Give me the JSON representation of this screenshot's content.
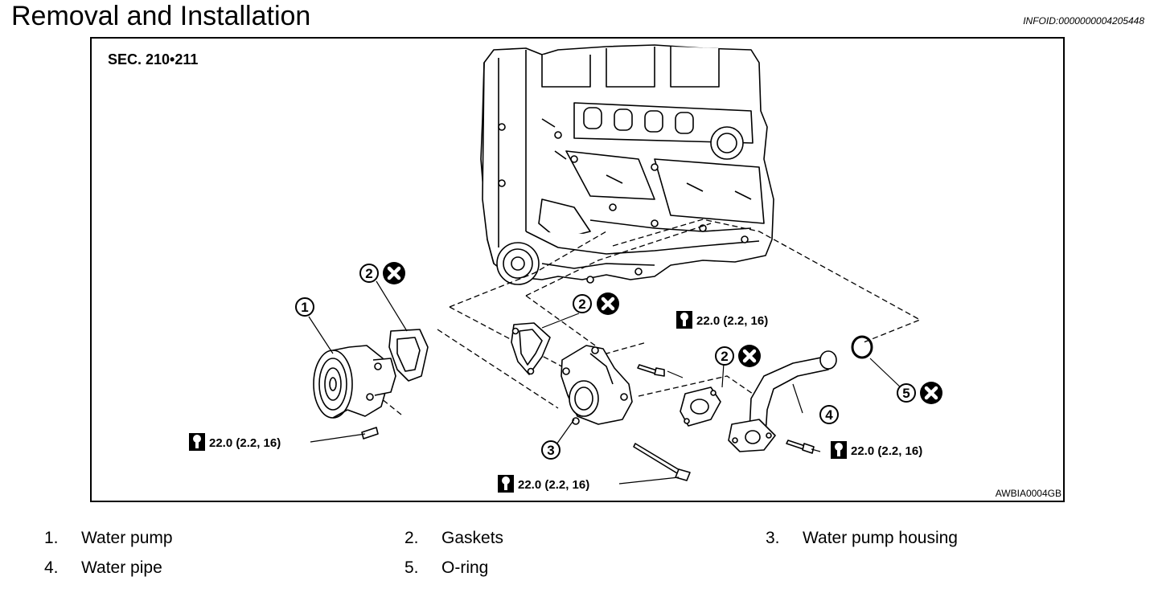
{
  "header": {
    "title": "Removal and Installation",
    "info_id": "INFOID:0000000004205448"
  },
  "figure": {
    "section": "SEC. 210•211",
    "figure_code": "AWBIA0004GB",
    "callouts": {
      "c1": "1",
      "c2a": "2",
      "c2b": "2",
      "c2c": "2",
      "c3": "3",
      "c4": "4",
      "c5": "5"
    },
    "torques": {
      "t1": "22.0 (2.2, 16)",
      "t2": "22.0 (2.2, 16)",
      "t3": "22.0 (2.2, 16)",
      "t4": "22.0 (2.2, 16)"
    },
    "icons": {
      "replace": "do-not-reuse-x-icon",
      "torque": "torque-wrench-icon"
    }
  },
  "legend": [
    {
      "num": "1.",
      "label": "Water pump"
    },
    {
      "num": "2.",
      "label": "Gaskets"
    },
    {
      "num": "3.",
      "label": "Water pump housing"
    },
    {
      "num": "4.",
      "label": "Water pipe"
    },
    {
      "num": "5.",
      "label": "O-ring"
    }
  ]
}
